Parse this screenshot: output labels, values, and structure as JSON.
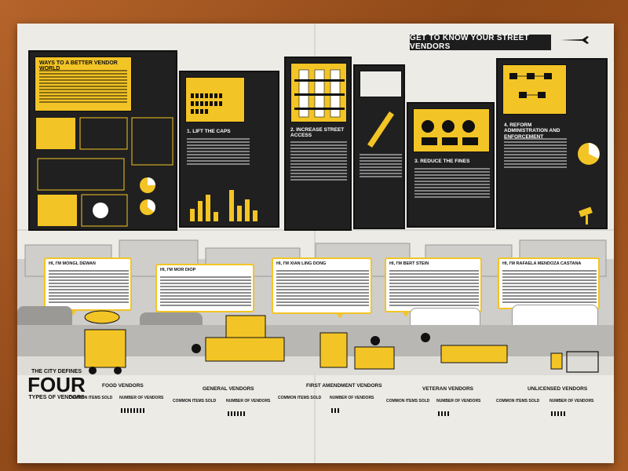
{
  "poster": {
    "title": "GET TO KNOW YOUR STREET VENDORS",
    "intro_heading": "WAYS TO A BETTER VENDOR WORLD",
    "section_1": "1. LIFT THE CAPS",
    "section_2": "2. INCREASE STREET ACCESS",
    "section_3": "3. REDUCE THE FINES",
    "section_4": "4. REFORM ADMINISTRATION AND ENFORCEMENT"
  },
  "vendors": {
    "bubble_1": "HI, I'M MONGL DEWAN",
    "bubble_2": "HI, I'M MOR DIOP",
    "bubble_3": "HI, I'M XIAN LING DONG",
    "bubble_4": "HI, I'M BERT STEIN",
    "bubble_5": "HI, I'M RAFAELA MENDOZA CASTANA",
    "food": "FOOD VENDORS",
    "general": "GENERAL VENDORS",
    "first_amendment": "FIRST AMENDMENT VENDORS",
    "veteran": "VETERAN VENDORS",
    "unlicensed": "UNLICENSED VENDORS",
    "common_items": "COMMON ITEMS SOLD",
    "number_of_vendors": "NUMBER OF VENDORS"
  },
  "footer": {
    "city_defines": "THE CITY DEFINES",
    "four": "FOUR",
    "types": "TYPES OF VENDORS"
  },
  "colors": {
    "yellow": "#f3c425",
    "dark": "#202020",
    "paper": "#ecebe6",
    "wood": "#a0521d"
  }
}
